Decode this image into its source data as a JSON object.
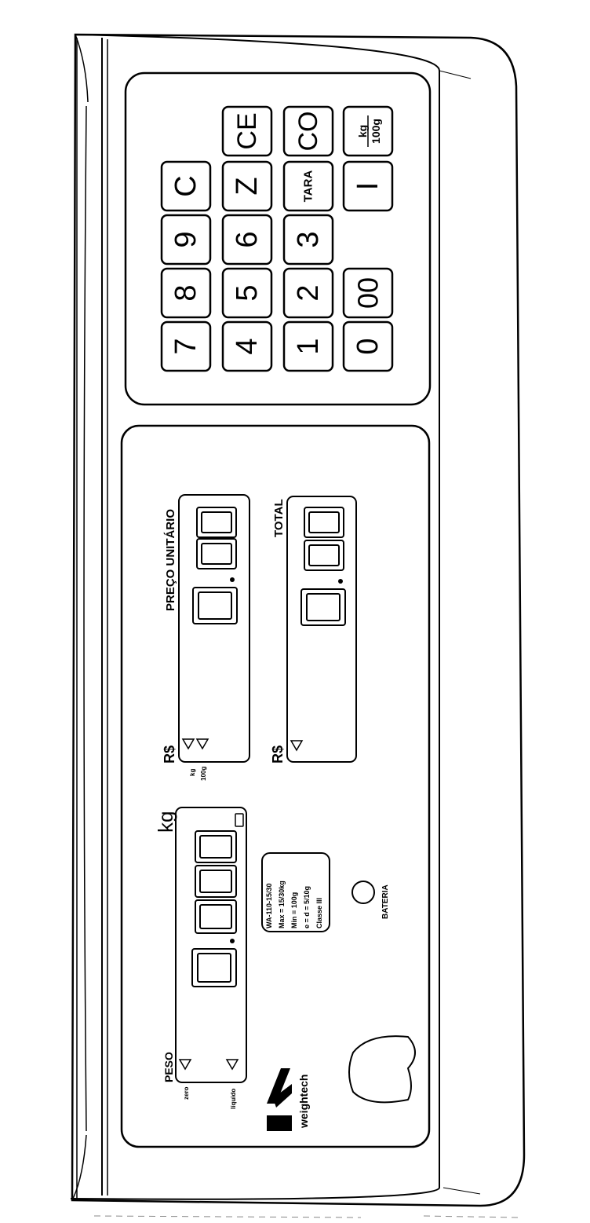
{
  "brand": {
    "name": "weightech"
  },
  "weight_panel": {
    "label": "PESO",
    "unit": "kg",
    "indicator_zero": "zero",
    "indicator_net": "líquido",
    "digit_count": 4
  },
  "price_panel": {
    "label": "PREÇO UNITÁRIO",
    "currency": "R$",
    "indicator_kg": "kg",
    "indicator_100g": "100g",
    "digit_count": 3
  },
  "total_panel": {
    "label": "TOTAL",
    "currency": "R$",
    "digit_count": 3
  },
  "spec_plate": {
    "lines": [
      "WA-110-15/30",
      "Max = 15/30kg",
      "Min = 100g",
      "e = d = 5/10g",
      "Classe III"
    ]
  },
  "battery": {
    "label": "BATERIA"
  },
  "keypad": {
    "rows": [
      [
        "7",
        "8",
        "9",
        "C"
      ],
      [
        "4",
        "5",
        "6",
        "Z",
        "CE"
      ],
      [
        "1",
        "2",
        "3",
        "TARA",
        "CO"
      ],
      [
        "0",
        "00",
        "",
        "I",
        "kg/100g"
      ]
    ]
  }
}
